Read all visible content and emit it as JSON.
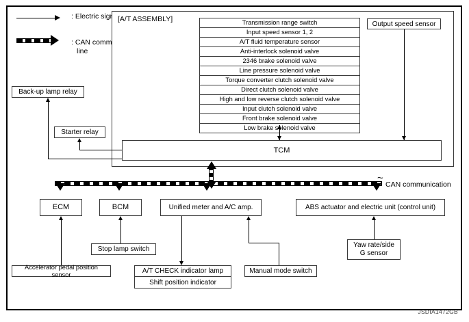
{
  "legend": {
    "electric_signal": ": Electric signal",
    "can_line_1": ": CAN communication",
    "can_line_2": "line"
  },
  "assembly": {
    "label": "[A/T ASSEMBLY]",
    "tcm": "TCM",
    "components": [
      "Transmission range switch",
      "Input speed sensor 1, 2",
      "A/T fluid temperature sensor",
      "Anti-interlock solenoid valve",
      "2346 brake solenoid valve",
      "Line pressure solenoid valve",
      "Torque converter clutch solenoid valve",
      "Direct clutch solenoid valve",
      "High and low reverse clutch solenoid valve",
      "Input clutch solenoid valve",
      "Front brake solenoid valve",
      "Low brake solenoid valve"
    ]
  },
  "sensors": {
    "output_speed_sensor": "Output speed sensor"
  },
  "relays": {
    "backup_lamp_relay": "Back-up lamp relay",
    "starter_relay": "Starter relay"
  },
  "can": {
    "label": "CAN communication"
  },
  "modules": {
    "ecm": "ECM",
    "bcm": "BCM",
    "unified_meter": "Unified meter and A/C amp.",
    "abs": "ABS actuator and electric unit (control unit)"
  },
  "inputs": {
    "accelerator_pedal": "Accelerator pedal position sensor",
    "stop_lamp_switch": "Stop lamp switch",
    "at_check_lamp": "A/T CHECK indicator lamp",
    "shift_position_indicator": "Shift position indicator",
    "manual_mode_switch": "Manual mode switch",
    "yaw_rate_sensor_1": "Yaw rate/side",
    "yaw_rate_sensor_2": "G sensor"
  },
  "watermark": "JSDIA1472GB"
}
